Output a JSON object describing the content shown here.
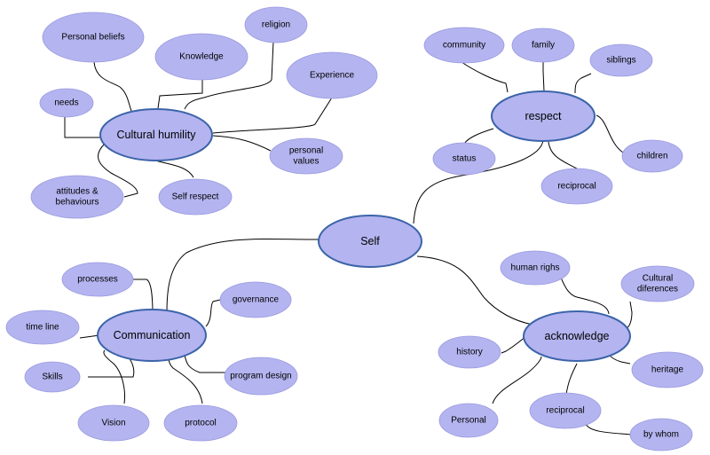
{
  "colors": {
    "node_fill": "#b4b4f0",
    "hub_stroke": "#3c64a8",
    "edge": "#000000"
  },
  "hubs": {
    "self": "Self",
    "cultural_humility": "Cultural humility",
    "respect": "respect",
    "communication": "Communication",
    "acknowledge": "acknowledge"
  },
  "nodes": {
    "personal_beliefs": "Personal beliefs",
    "knowledge": "Knowledge",
    "religion": "religion",
    "experience": "Experience",
    "needs": "needs",
    "personal_values": [
      "personal",
      "values"
    ],
    "attitudes_behaviours": [
      "attitudes &",
      "behaviours"
    ],
    "self_respect": "Self respect",
    "community": "community",
    "family": "family",
    "siblings": "siblings",
    "status": "status",
    "children": "children",
    "reciprocal_respect": "reciprocal",
    "processes": "processes",
    "governance": "governance",
    "time_line": "time line",
    "skills": "Skills",
    "program_design": "program design",
    "vision": "Vision",
    "protocol": "protocol",
    "human_righs": "human righs",
    "cultural_diferences": [
      "Cultural",
      "diferences"
    ],
    "history": "history",
    "heritage": "heritage",
    "personal": "Personal",
    "reciprocal_ack": "reciprocal",
    "by_whom": "by whom"
  }
}
